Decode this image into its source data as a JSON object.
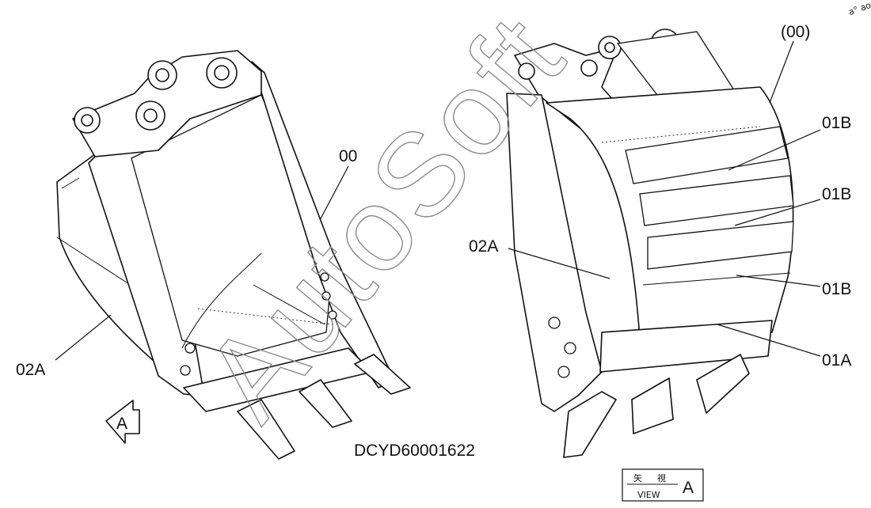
{
  "drawing_code": "DCYD60001622",
  "watermark": "AutoSoft",
  "corner_mark": "a° ao",
  "labels": {
    "left_bucket_assembly": "00",
    "left_side_plate": "02A",
    "right_side_plate": "02A",
    "assembly_ref": "(00)",
    "wear_strip_1": "01B",
    "wear_strip_2": "01B",
    "wear_strip_3": "01B",
    "cutting_edge": "01A"
  },
  "view_arrow_label": "A",
  "view_box": {
    "kanji_1": "矢",
    "kanji_2": "視",
    "caption": "VIEW",
    "letter": "A"
  }
}
